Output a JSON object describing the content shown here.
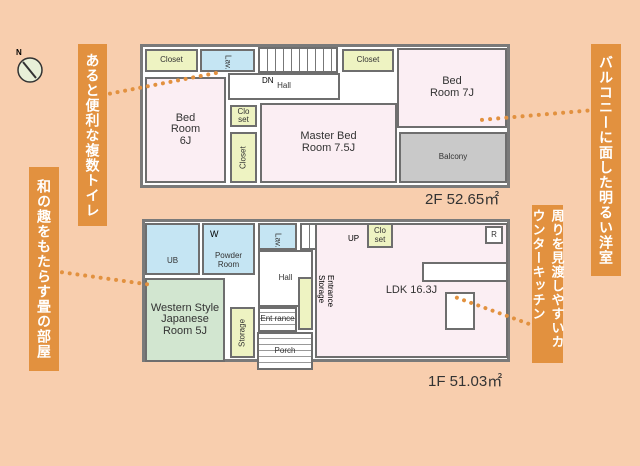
{
  "compass": {
    "label": "N"
  },
  "callouts": {
    "toilets": "あると便利な複数トイレ",
    "japanese_room": "和の趣をもたらす畳の部屋",
    "balcony_room": "バルコニーに面した明るい洋室",
    "kitchen": "周りを見渡しやすいカウンターキッチン"
  },
  "floor2": {
    "area": "2F 52.65㎡",
    "closet_a": "Closet",
    "lav": "Lav.",
    "closet_b": "Closet",
    "dn": "DN",
    "hall": "Hall",
    "bed6": "Bed Room 6J",
    "closet_small": "Clo set",
    "closet_v": "Closet",
    "master": "Master Bed Room 7.5J",
    "bed7": "Bed Room 7J",
    "balcony": "Balcony"
  },
  "floor1": {
    "area": "1F 51.03㎡",
    "ub": "UB",
    "w": "W",
    "powder": "Powder Room",
    "lav": "Lav.",
    "up": "UP",
    "closet": "Clo set",
    "hall": "Hall",
    "western": "Western Style Japanese Room 5J",
    "storage": "Storage",
    "entrance": "Ent rance",
    "entrance_storage": "Entrance Storage",
    "porch": "Porch",
    "ldk": "LDK 16.3J",
    "r": "R"
  }
}
